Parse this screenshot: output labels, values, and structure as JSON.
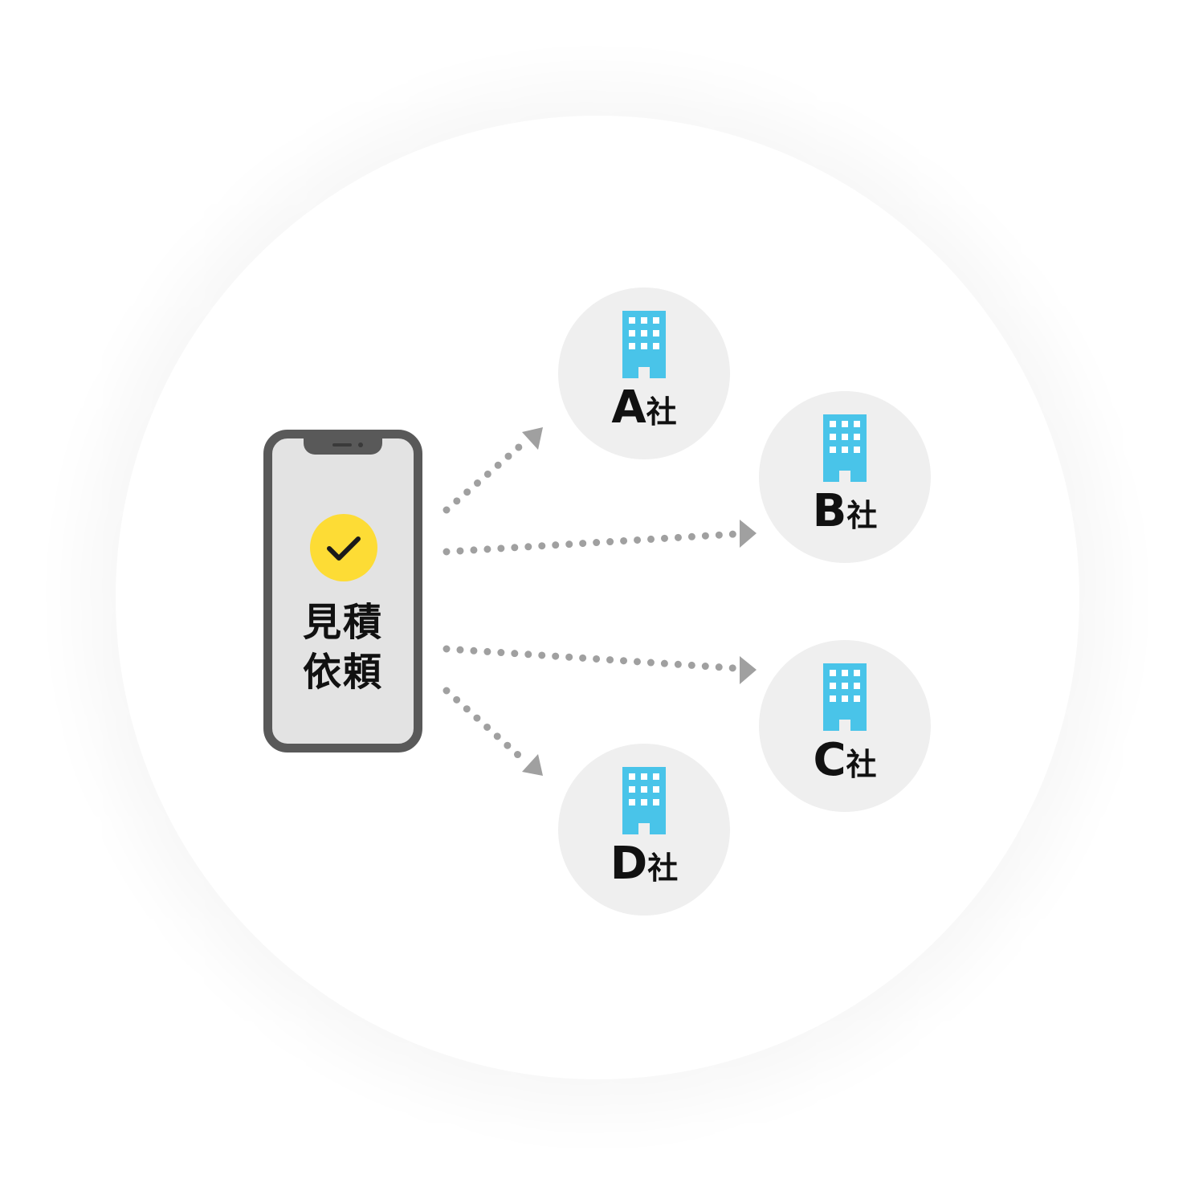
{
  "request": {
    "line1": "見積",
    "line2": "依頼"
  },
  "companies": [
    {
      "letter": "A",
      "suffix": "社"
    },
    {
      "letter": "B",
      "suffix": "社"
    },
    {
      "letter": "C",
      "suffix": "社"
    },
    {
      "letter": "D",
      "suffix": "社"
    }
  ],
  "colors": {
    "phone_frame": "#595959",
    "phone_screen": "#e3e3e3",
    "check_badge": "#fddc35",
    "building": "#49c4e9",
    "company_circle": "#efefef",
    "arrow": "#a0a0a0"
  },
  "icons": {
    "check": "check-icon",
    "building": "building-icon"
  }
}
